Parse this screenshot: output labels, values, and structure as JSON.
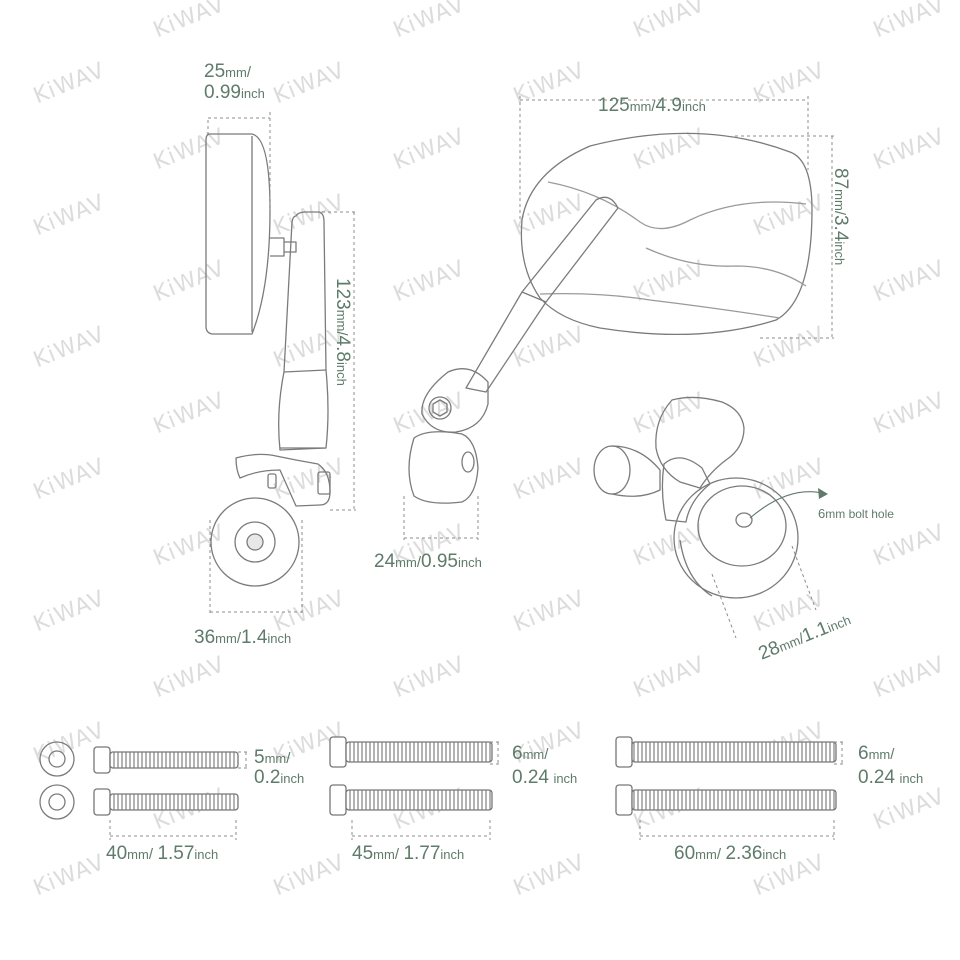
{
  "brand_watermark": "KiWAV",
  "colors": {
    "dimension_text": "#5f7b6a",
    "outline": "#7b7b7b",
    "dim_line": "#8c8c8c",
    "watermark": "#dcdcdc"
  },
  "dimensions": {
    "side_depth": {
      "value": "25",
      "unit": "mm",
      "sep": "/",
      "value2": "0.99",
      "unit2": "inch"
    },
    "side_height": {
      "value": "123",
      "unit": "mm",
      "sep": "/",
      "value2": "4.8",
      "unit2": "inch"
    },
    "clamp_width": {
      "value": "36",
      "unit": "mm",
      "sep": "/",
      "value2": "1.4",
      "unit2": "inch"
    },
    "mirror_width": {
      "value": "125",
      "unit": "mm",
      "sep": "/",
      "value2": "4.9",
      "unit2": "inch"
    },
    "mirror_height": {
      "value": "87",
      "unit": "mm",
      "sep": "/",
      "value2": "3.4",
      "unit2": "inch"
    },
    "joint_width": {
      "value": "24",
      "unit": "mm",
      "sep": "/",
      "value2": "0.95",
      "unit2": "inch"
    },
    "bar_end": {
      "value": "28",
      "unit": "mm",
      "sep": "/",
      "value2": "1.1",
      "unit2": "inch"
    },
    "bolt_hole_note": {
      "value": "6",
      "unit": "mm",
      "label": "bolt hole"
    }
  },
  "bolts": [
    {
      "diameter": {
        "value": "5",
        "unit": "mm",
        "sep": "/",
        "value2": "0.2",
        "unit2": "inch"
      },
      "length": {
        "value": "40",
        "unit": "mm",
        "sep": "/",
        "value2": "1.57",
        "unit2": "inch"
      }
    },
    {
      "diameter": {
        "value": "6",
        "unit": "mm",
        "sep": "/",
        "value2": "0.24",
        "unit2": "inch"
      },
      "length": {
        "value": "45",
        "unit": "mm",
        "sep": "/",
        "value2": "1.77",
        "unit2": "inch"
      }
    },
    {
      "diameter": {
        "value": "6",
        "unit": "mm",
        "sep": "/",
        "value2": "0.24",
        "unit2": "inch"
      },
      "length": {
        "value": "60",
        "unit": "mm",
        "sep": "/",
        "value2": "2.36",
        "unit2": "inch"
      }
    }
  ]
}
